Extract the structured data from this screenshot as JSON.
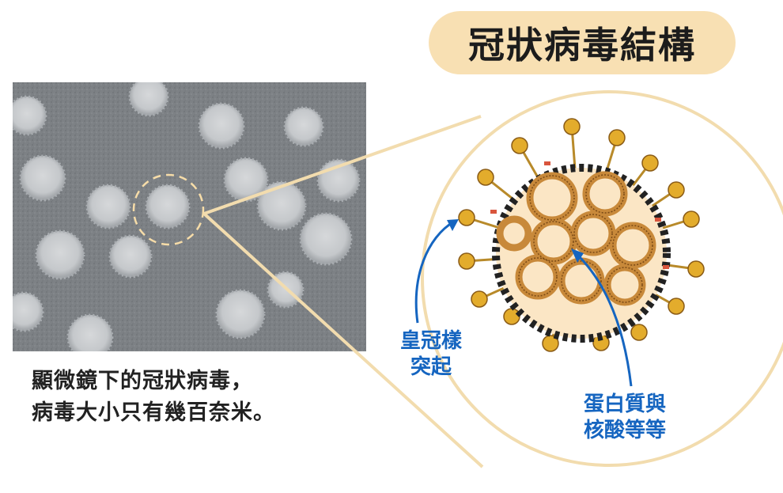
{
  "title": "冠狀病毒結構",
  "caption": {
    "line1": "顯微鏡下的冠狀病毒，",
    "line2": "病毒大小只有幾百奈米。"
  },
  "labels": {
    "spike": [
      "皇冠樣",
      "突起"
    ],
    "protein": [
      "蛋白質與",
      "核酸等等"
    ]
  },
  "colors": {
    "title_pill": "#f8e0b3",
    "connector": "#f2dcae",
    "label_blue": "#1565c0",
    "rna_brown": "#c8893a",
    "spike_gold": "#e3ac2c"
  }
}
